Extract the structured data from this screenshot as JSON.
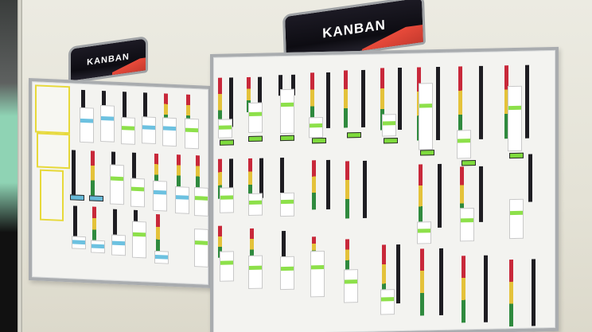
{
  "scene": {
    "description": "Photograph of two wall-mounted kanban whiteboards with slot columns and cards",
    "signs": {
      "large": "KANBAN",
      "small": "KANBAN"
    }
  }
}
